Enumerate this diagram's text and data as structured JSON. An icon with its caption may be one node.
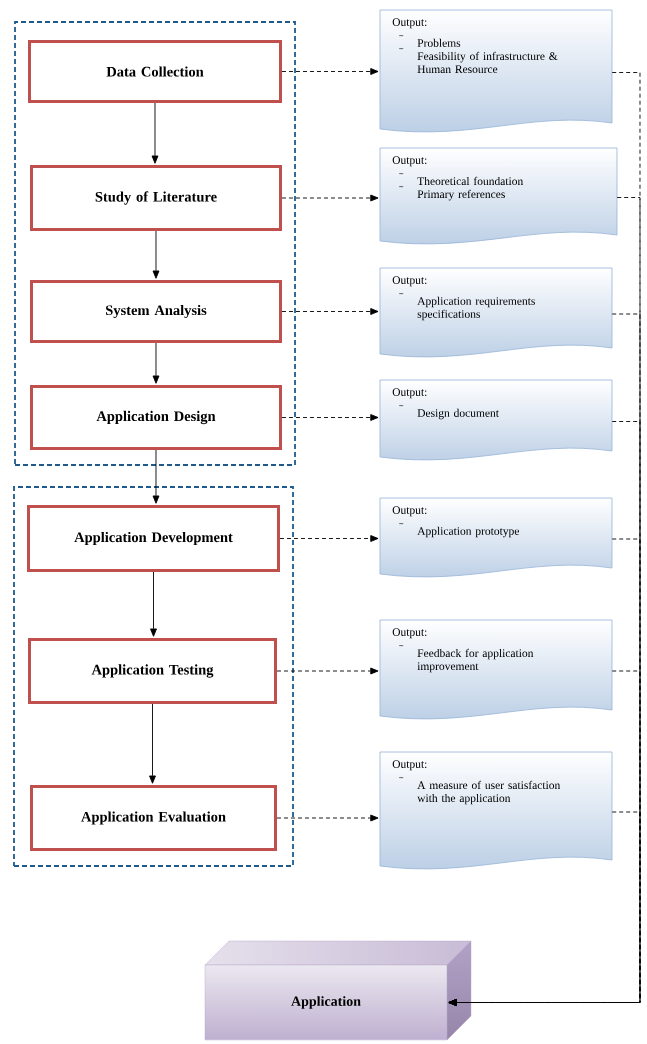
{
  "diagram": {
    "nodes": [
      {
        "text": [],
        "shape": "box"
      },
      {
        "text": [
          "Data Collection"
        ],
        "in": 0
      },
      {
        "text": [
          "Study of Literature"
        ],
        "in": 0
      },
      {
        "text": [
          "System Analysis"
        ],
        "in": 0
      },
      {
        "text": [
          "Application Design"
        ],
        "in": 0
      },
      {
        "text": [],
        "shape": "box"
      },
      {
        "text": [
          "Application Development"
        ],
        "in": 5
      },
      {
        "text": [
          "Application Testing"
        ],
        "in": 5
      },
      {
        "text": [
          "Application Evaluation"
        ],
        "in": 5
      },
      {
        "text": [
          "Output:",
          "Problems",
          "Feasibility of infrastructure & Human Resource"
        ]
      },
      {
        "text": [
          "Output:",
          "Theoretical foundation",
          "Primary references"
        ]
      },
      {
        "text": [
          "Output:",
          "Application requirements specifications"
        ]
      },
      {
        "text": [
          "Output:",
          "Design document"
        ]
      },
      {
        "text": [
          "Output:",
          "Application prototype"
        ]
      },
      {
        "text": [
          "Output:",
          "Feedback for application improvement"
        ]
      },
      {
        "text": [
          "Output:",
          "A measure of user satisfaction with the application"
        ]
      },
      {
        "text": [
          "Application"
        ]
      }
    ],
    "edges": [
      {
        "from": 1,
        "to": 2,
        "arrow": "to"
      },
      {
        "from": 2,
        "to": 3,
        "arrow": "to"
      },
      {
        "from": 3,
        "to": 4,
        "arrow": "to"
      },
      {
        "from": 4,
        "to": 6,
        "arrow": "to"
      },
      {
        "from": 6,
        "to": 7,
        "arrow": "to"
      },
      {
        "from": 7,
        "to": 8,
        "arrow": "to"
      },
      {
        "from": 1,
        "to": 9,
        "arrow": "to",
        "style": "dashed"
      },
      {
        "from": 2,
        "to": 10,
        "arrow": "to",
        "style": "dashed"
      },
      {
        "from": 3,
        "to": 11,
        "arrow": "to",
        "style": "dashed"
      },
      {
        "from": 4,
        "to": 12,
        "arrow": "to",
        "style": "dashed"
      },
      {
        "from": 6,
        "to": 13,
        "arrow": "to",
        "style": "dashed"
      },
      {
        "from": 7,
        "to": 14,
        "arrow": "to",
        "style": "dashed"
      },
      {
        "from": 8,
        "to": 15,
        "arrow": "to",
        "style": "dashed"
      },
      {
        "from": 9,
        "to": 16,
        "arrow": "to",
        "style": "dashed"
      },
      {
        "from": 10,
        "to": 16,
        "arrow": "to",
        "style": "dashed"
      },
      {
        "from": 11,
        "to": 16,
        "arrow": "to",
        "style": "dashed"
      },
      {
        "from": 12,
        "to": 16,
        "arrow": "to",
        "style": "dashed"
      },
      {
        "from": 13,
        "to": 16,
        "arrow": "to",
        "style": "dashed"
      },
      {
        "from": 14,
        "to": 16,
        "arrow": "to",
        "style": "dashed"
      },
      {
        "from": 15,
        "to": 16,
        "arrow": "to",
        "style": "dashed"
      }
    ]
  }
}
